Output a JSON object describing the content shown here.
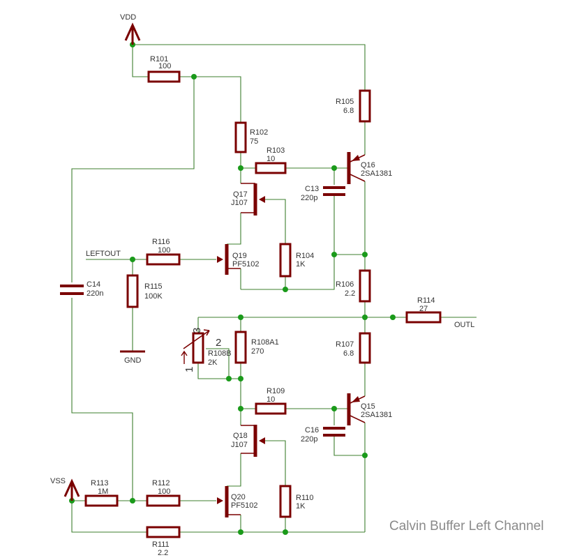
{
  "title": "Calvin Buffer Left Channel",
  "nets": {
    "vdd": "VDD",
    "vss": "VSS",
    "gnd": "GND",
    "leftout": "LEFTOUT",
    "outl": "OUTL"
  },
  "components": {
    "r101": {
      "name": "R101",
      "value": "100"
    },
    "r102": {
      "name": "R102",
      "value": "75"
    },
    "r103": {
      "name": "R103",
      "value": "10"
    },
    "r104": {
      "name": "R104",
      "value": "1K"
    },
    "r105": {
      "name": "R105",
      "value": "6.8"
    },
    "r106": {
      "name": "R106",
      "value": "2.2"
    },
    "r107": {
      "name": "R107",
      "value": "6.8"
    },
    "r108a1": {
      "name": "R108A1",
      "value": "270"
    },
    "r108b": {
      "name": "R108B",
      "value": "2K"
    },
    "r109": {
      "name": "R109",
      "value": "10"
    },
    "r110": {
      "name": "R110",
      "value": "1K"
    },
    "r111": {
      "name": "R111",
      "value": "2.2"
    },
    "r112": {
      "name": "R112",
      "value": "100"
    },
    "r113": {
      "name": "R113",
      "value": "1M"
    },
    "r114": {
      "name": "R114",
      "value": "27"
    },
    "r115": {
      "name": "R115",
      "value": "100K"
    },
    "r116": {
      "name": "R116",
      "value": "100"
    },
    "c13": {
      "name": "C13",
      "value": "220p"
    },
    "c14": {
      "name": "C14",
      "value": "220n"
    },
    "c16": {
      "name": "C16",
      "value": "220p"
    },
    "q15": {
      "name": "Q15",
      "value": "2SA1381"
    },
    "q16": {
      "name": "Q16",
      "value": "2SA1381"
    },
    "q17": {
      "name": "Q17",
      "value": "J107"
    },
    "q18": {
      "name": "Q18",
      "value": "J107"
    },
    "q19": {
      "name": "Q19",
      "value": "PF5102"
    },
    "q20": {
      "name": "Q20",
      "value": "PF5102"
    }
  },
  "pot_pins": {
    "p1": "1",
    "p2": "2",
    "p3": "3"
  },
  "colors": {
    "wire": "#3d7f2e",
    "component": "#7a0000",
    "junction": "#1a9a1a",
    "title": "#8a8a8a"
  }
}
